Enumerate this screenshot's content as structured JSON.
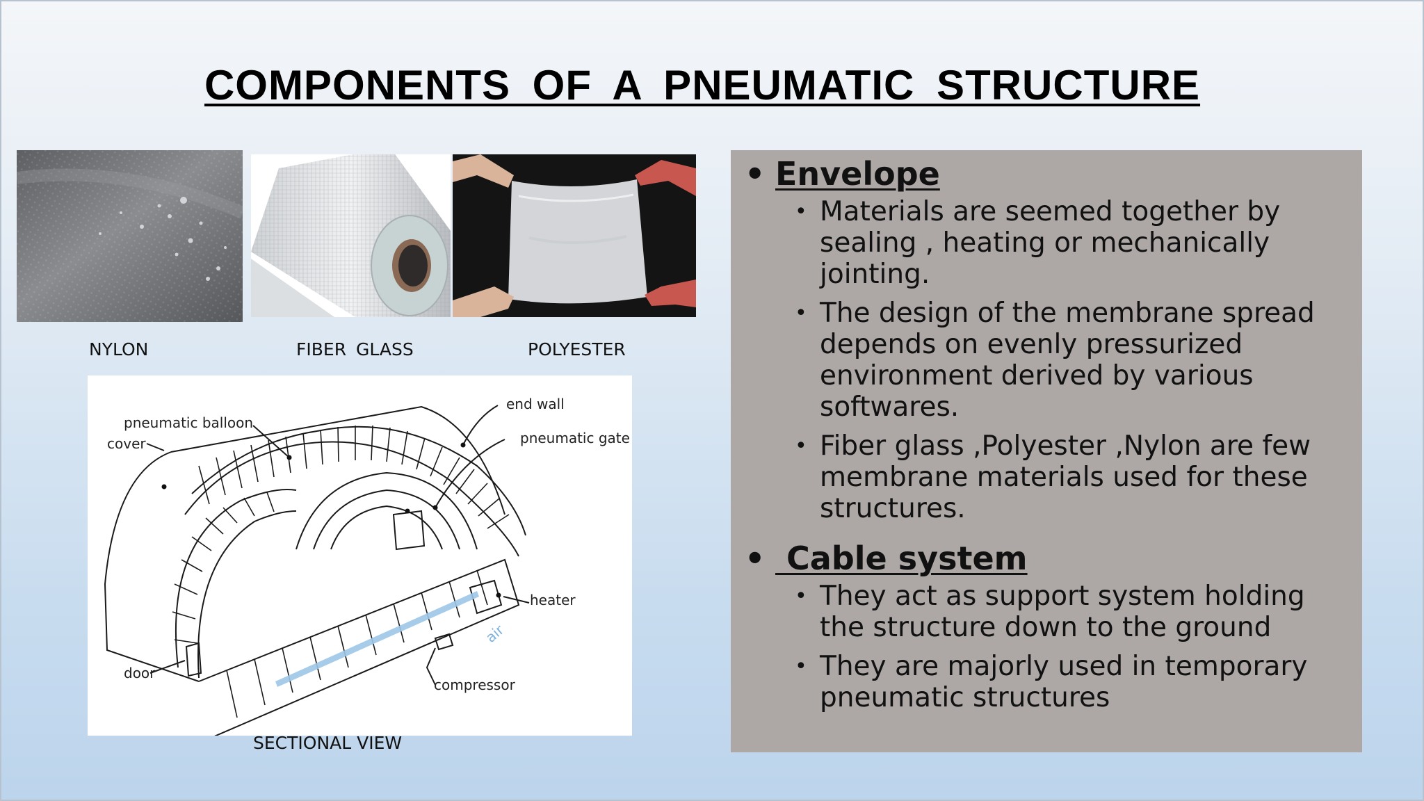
{
  "title": "COMPONENTS  OF  A  PNEUMATIC  STRUCTURE",
  "materials": [
    {
      "image": "nylon-fabric-photo",
      "label": "NYLON"
    },
    {
      "image": "fiberglass-roll-photo",
      "label": "FIBER  GLASS"
    },
    {
      "image": "polyester-sheet-photo",
      "label": "POLYESTER"
    }
  ],
  "diagram": {
    "caption": "SECTIONAL VIEW",
    "labels": {
      "balloon": "pneumatic balloon",
      "cover": "cover",
      "end_wall": "end wall",
      "gate": "pneumatic gate",
      "heater": "heater",
      "air": "air",
      "door": "door",
      "compressor": "compressor"
    }
  },
  "sections": [
    {
      "heading": "Envelope",
      "points": [
        "Materials are seemed together by sealing , heating or mechanically jointing.",
        "The design of the membrane spread depends on evenly pressurized environment derived by various softwares.",
        "Fiber glass ,Polyester ,Nylon are few membrane materials used for these structures."
      ]
    },
    {
      "heading": " Cable system",
      "points": [
        "They act as support system holding the structure down to the ground",
        "They are majorly used in temporary pneumatic structures"
      ]
    }
  ],
  "bullet": "•",
  "colors": {
    "panel": "#ada7a6",
    "text": "#111111"
  }
}
